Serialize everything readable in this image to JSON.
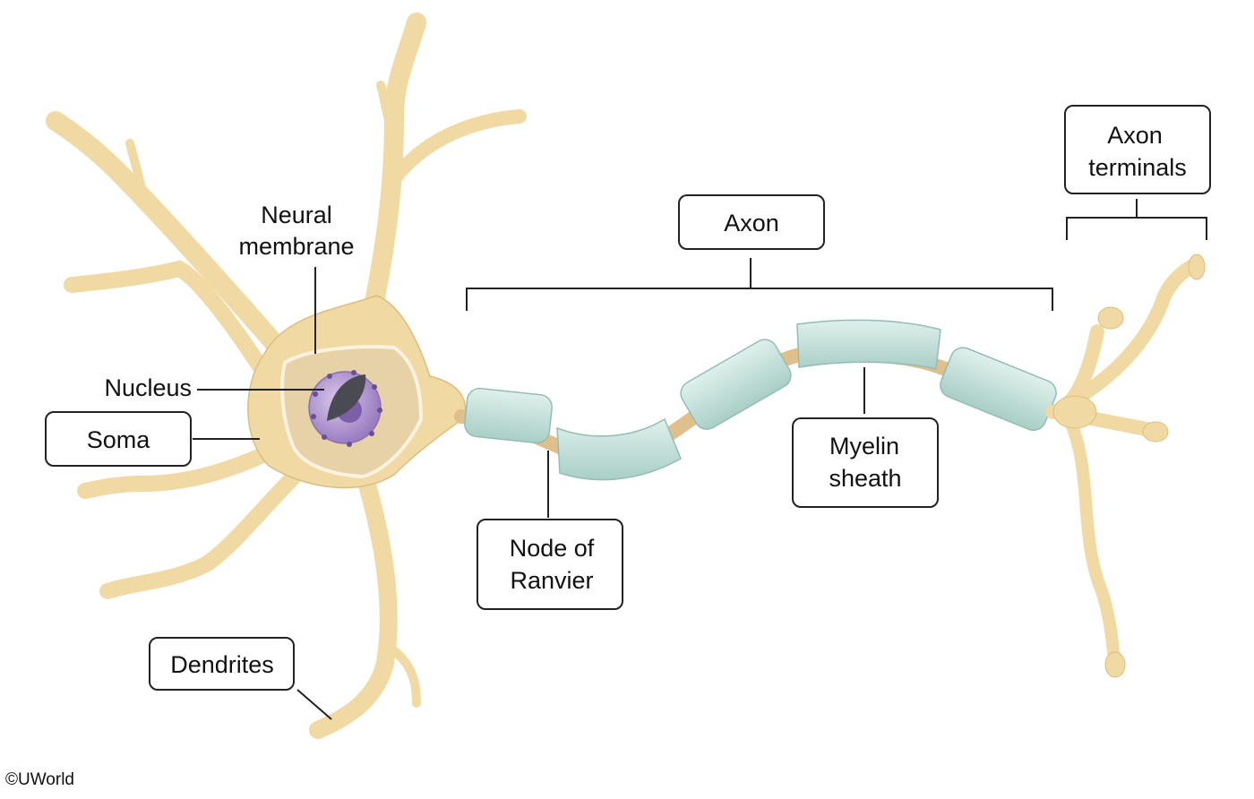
{
  "labels": {
    "neural_membrane": [
      "Neural",
      "membrane"
    ],
    "nucleus": "Nucleus",
    "soma": "Soma",
    "dendrites": "Dendrites",
    "axon": "Axon",
    "axon_terminals": [
      "Axon",
      "terminals"
    ],
    "node_of_ranvier": [
      "Node of",
      "Ranvier"
    ],
    "myelin_sheath": [
      "Myelin",
      "sheath"
    ]
  },
  "copyright": "©UWorld",
  "colors": {
    "neuron": "#f1d9a4",
    "neuron_edge": "#dcbd7f",
    "myelin": "#c4dfd9",
    "myelin_edge": "#93bdb3",
    "nucleus": "#a788c7",
    "nucleolus": "#4a4a52",
    "outline": "#222222"
  }
}
